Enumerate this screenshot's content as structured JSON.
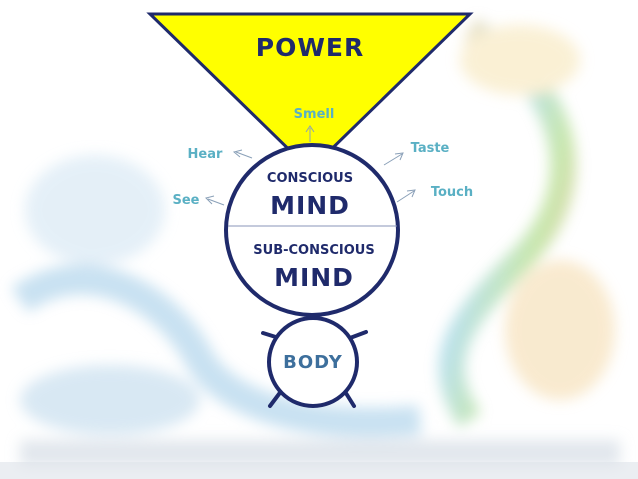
{
  "diagram": {
    "power": "POWER",
    "senses": {
      "smell": "Smell",
      "hear": "Hear",
      "taste": "Taste",
      "see": "See",
      "touch": "Touch"
    },
    "conscious_label": "CONSCIOUS",
    "conscious_mind": "MIND",
    "subconscious_label": "SUB-CONSCIOUS",
    "subconscious_mind": "MIND",
    "body": "BODY"
  },
  "colors": {
    "triangle_fill": "#ffff00",
    "outline": "#1f2a6b",
    "text_navy": "#1f2a6b",
    "sense_text": "#5ab0c4",
    "body_text": "#3d6f9c",
    "divider": "#8a96b8"
  }
}
